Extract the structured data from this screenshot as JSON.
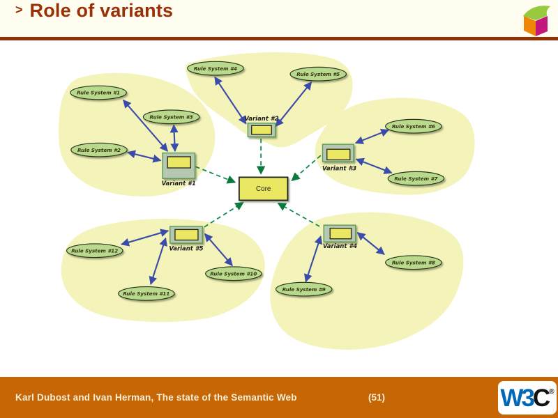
{
  "header": {
    "prefix": ">",
    "title": "Role of variants"
  },
  "footer": {
    "credit": "Karl Dubost and Ivan Herman, The state of the Semantic Web",
    "page": "(51)",
    "w3c_logo": "W3C",
    "registered_mark": "®"
  },
  "diagram": {
    "core": {
      "label": "Core"
    },
    "variants": [
      "Variant #1",
      "Variant #2",
      "Variant #3",
      "Variant #4",
      "Variant #5"
    ],
    "rule_systems": [
      "Rule System #1",
      "Rule System #2",
      "Rule System #3",
      "Rule System #4",
      "Rule System #5",
      "Rule System #6",
      "Rule System #7",
      "Rule System #8",
      "Rule System #9",
      "Rule System #10",
      "Rule System #11",
      "Rule System #12"
    ],
    "colors": {
      "title_red": "#9a3005",
      "footer_orange": "#c66604",
      "region_blob": "#f4f3b9",
      "ellipse_green": "#b9da8c",
      "node_yellow": "#eae763",
      "node_sage": "#b6c8b2",
      "arrow_blue": "#3a4caa",
      "arrow_green_dashed": "#0f8a4a",
      "w3c_blue": "#0068b4",
      "cube_orange": "#f08705",
      "cube_magenta": "#c4177c",
      "cube_green": "#97ca3f"
    }
  }
}
